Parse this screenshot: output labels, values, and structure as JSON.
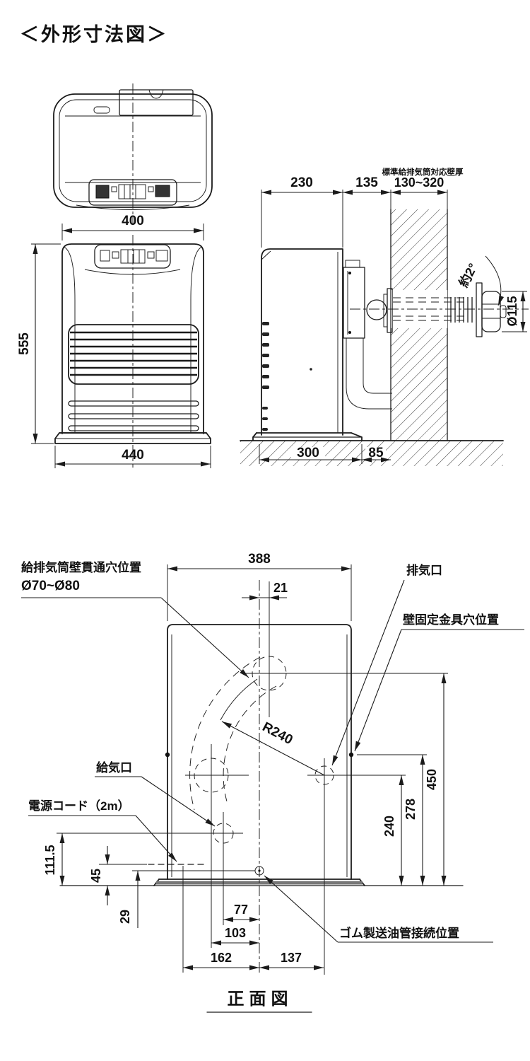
{
  "title": "＜外形寸法図＞",
  "front_view": {
    "top_width": "400",
    "height": "555",
    "base_width": "440"
  },
  "side_view": {
    "body_depth": "230",
    "rear_gap": "135",
    "wall_range": "130~320",
    "wall_note": "標準給排気筒対応壁厚",
    "base_depth": "300",
    "wall_offset": "85",
    "cap_diameter": "Ø115",
    "tilt_angle": "約2°"
  },
  "rear_view": {
    "caption": "正面図",
    "width": "388",
    "hole_offset": "21",
    "swing_radius": "R240",
    "hole_height": "450",
    "bracket_height": "278",
    "exhaust_height": "240",
    "intake_height": "111.5",
    "cord_height": "45",
    "oil_height": "29",
    "intake_offset": "77",
    "hole_low_offset": "103",
    "cord_offset": "162",
    "exhaust_offset": "137",
    "labels": {
      "wall_hole": "給排気筒壁貫通穴位置",
      "wall_hole_dia": "Ø70~Ø80",
      "exhaust": "排気口",
      "bracket": "壁固定金具穴位置",
      "intake": "給気口",
      "cord": "電源コード（2m）",
      "oil": "ゴム製送油管接続位置"
    }
  }
}
